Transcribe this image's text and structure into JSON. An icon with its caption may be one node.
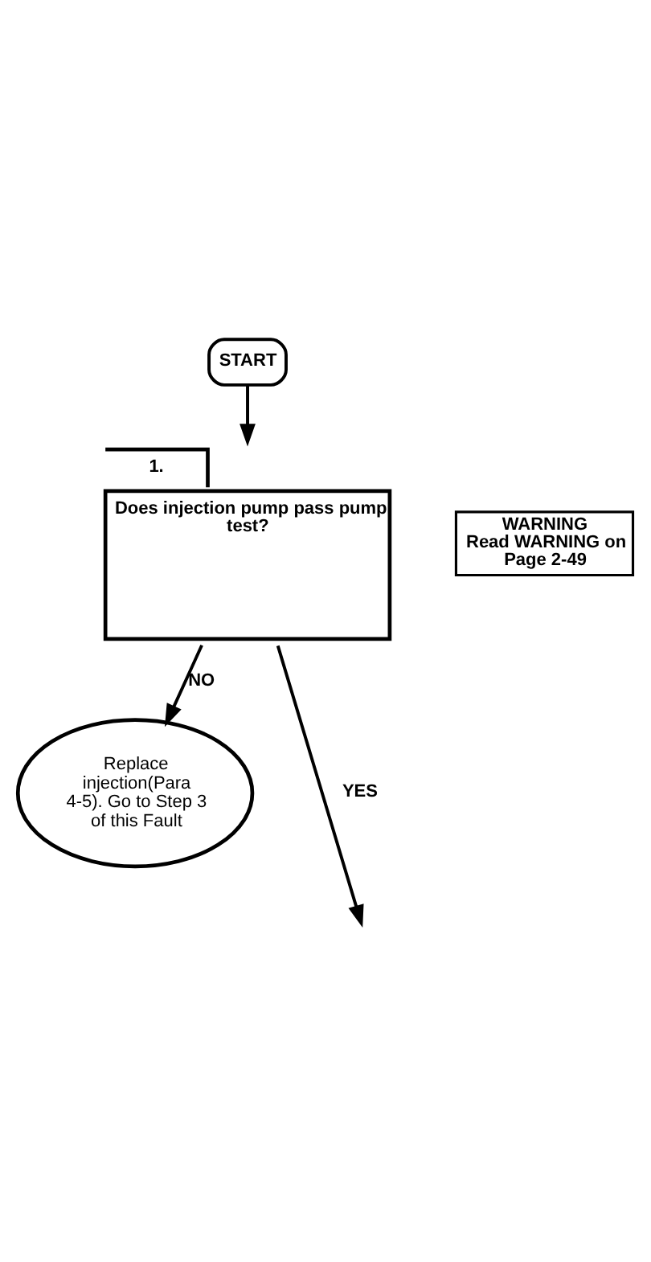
{
  "diagram": {
    "nodes": [
      {
        "text": [
          "START"
        ]
      },
      {
        "text": [
          "1.",
          "Does injection pump pass pump test?"
        ]
      },
      {
        "text": [
          "WARNING",
          "Read WARNING on Page 2-49"
        ]
      },
      {
        "text": [
          "Replace injection(Para 4-5). Go to Step 3 of this Fault"
        ]
      }
    ],
    "edges": [
      {
        "from": 0,
        "to": 1,
        "arrow": "to"
      },
      {
        "from": 1,
        "to": 3,
        "label": "NO",
        "arrow": "to"
      },
      {
        "from": 1,
        "to": null,
        "label": "YES",
        "arrow": "to"
      }
    ]
  }
}
